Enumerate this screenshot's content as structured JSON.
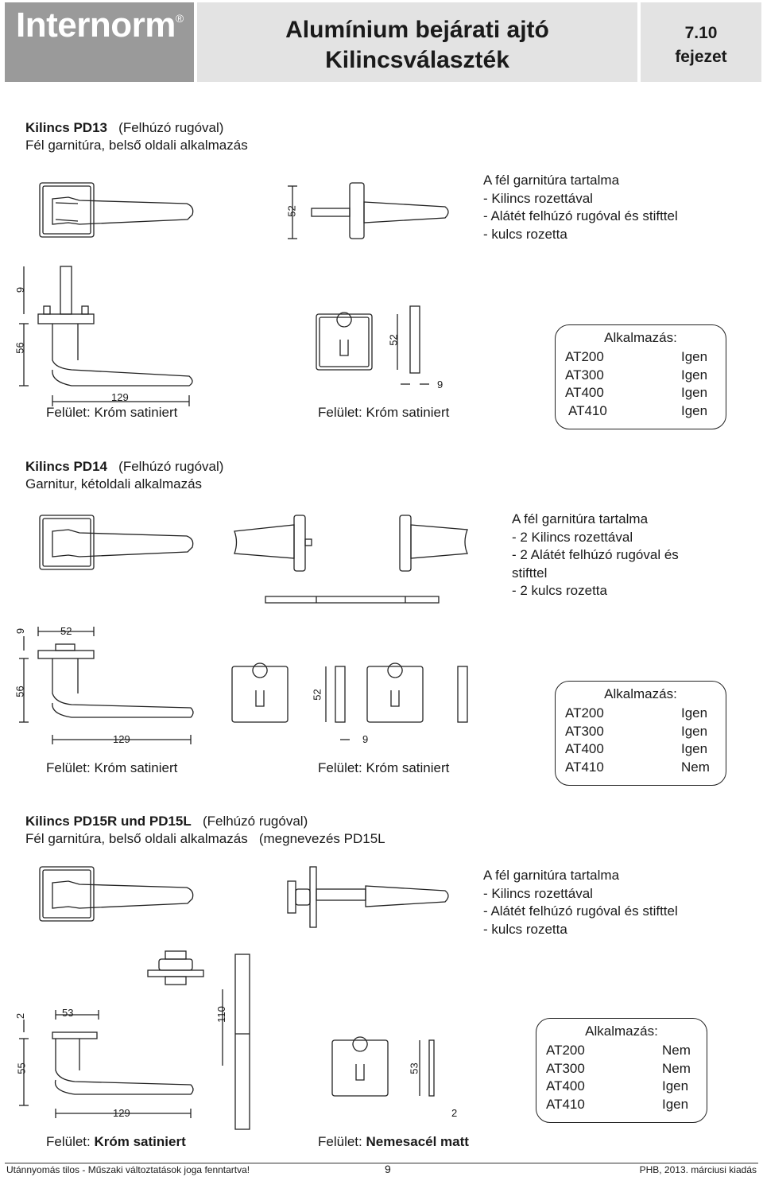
{
  "header": {
    "logo": "Internorm",
    "logo_reg": "®",
    "title_line1": "Alumínium bejárati ajtó",
    "title_line2": "Kilincsválaszték",
    "chapter_num": "7.10",
    "chapter_label": "fejezet"
  },
  "sections": [
    {
      "title_bold": "Kilincs PD13",
      "title_extra": "(Felhúzó rugóval)",
      "subtitle": "Fél garnitúra, belső oldali alkalmazás",
      "contents_title": "A fél garnitúra tartalma",
      "contents": [
        "- Kilincs rozettával",
        "- Alátét felhúzó rugóval és stifttel",
        "- kulcs rozetta"
      ],
      "dims": {
        "height_top": "52",
        "pin": "9",
        "rose": "56",
        "length": "129",
        "plate": "52",
        "plate_th": "9"
      },
      "surface_left_prefix": "Felület: ",
      "surface_left": "Króm satiniert",
      "surface_right_prefix": "Felület: ",
      "surface_right": "Króm satiniert",
      "app_title": "Alkalmazás:",
      "app": [
        {
          "model": "AT200",
          "value": "Igen"
        },
        {
          "model": "AT300",
          "value": "Igen"
        },
        {
          "model": "AT400",
          "value": "Igen"
        },
        {
          "model": "AT410",
          "value": "Igen"
        }
      ]
    },
    {
      "title_bold": "Kilincs PD14",
      "title_extra": "(Felhúzó rugóval)",
      "subtitle": "Garnitur, kétoldali alkalmazás",
      "contents_title": "A fél garnitúra tartalma",
      "contents": [
        "- 2 Kilincs rozettával",
        "- 2 Alátét felhúzó rugóval és",
        "stifttel",
        "- 2 kulcs rozetta"
      ],
      "dims": {
        "pin": "9",
        "width": "52",
        "rose": "56",
        "length": "129",
        "plate": "52",
        "plate_th": "9"
      },
      "surface_left_prefix": "Felület: ",
      "surface_left": "Króm satiniert",
      "surface_right_prefix": "Felület: ",
      "surface_right": "Króm satiniert",
      "app_title": "Alkalmazás:",
      "app": [
        {
          "model": "AT200",
          "value": "Igen"
        },
        {
          "model": "AT300",
          "value": "Igen"
        },
        {
          "model": "AT400",
          "value": "Igen"
        },
        {
          "model": "AT410",
          "value": "Nem"
        }
      ]
    },
    {
      "title_bold": "Kilincs PD15R und PD15L",
      "title_extra": "(Felhúzó rugóval)",
      "subtitle": "Fél garnitúra, belső oldali alkalmazás   (megnevezés PD15L",
      "contents_title": "A fél garnitúra tartalma",
      "contents": [
        "- Kilincs rozettával",
        "- Alátét felhúzó rugóval és stifttel",
        "- kulcs rozetta"
      ],
      "dims": {
        "pin": "2",
        "width": "53",
        "rose": "55",
        "length": "129",
        "spindle": "110",
        "plate": "53",
        "plate_th": "2"
      },
      "surface_left_prefix": "Felület: ",
      "surface_left": "Króm satiniert",
      "surface_right_prefix": "Felület: ",
      "surface_right": "Nemesacél matt",
      "app_title": "Alkalmazás:",
      "app": [
        {
          "model": "AT200",
          "value": "Nem"
        },
        {
          "model": "AT300",
          "value": "Nem"
        },
        {
          "model": "AT400",
          "value": "Igen"
        },
        {
          "model": "AT410",
          "value": "Igen"
        }
      ]
    }
  ],
  "footer": {
    "left": "Utánnyomás tilos - Műszaki változtatások joga fenntartva!",
    "page": "9",
    "right": "PHB, 2013. márciusi kiadás"
  }
}
